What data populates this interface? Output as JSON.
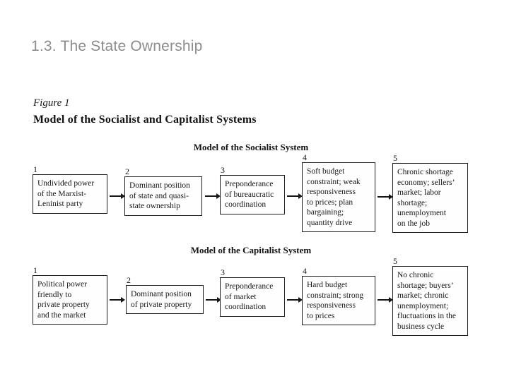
{
  "slide": {
    "title": "1.3. The State Ownership"
  },
  "figure": {
    "label": "Figure 1",
    "title": "Model of the Socialist and Capitalist Systems",
    "socialist": {
      "heading": "Model of the Socialist System",
      "boxes": [
        {
          "num": "1",
          "text": "Undivided power\nof the Marxist-\nLeninist party"
        },
        {
          "num": "2",
          "text": "Dominant position\nof state and quasi-\nstate ownership"
        },
        {
          "num": "3",
          "text": "Preponderance\nof bureaucratic\ncoordination"
        },
        {
          "num": "4",
          "text": "Soft budget\nconstraint; weak\nresponsiveness\nto prices; plan\nbargaining;\nquantity drive"
        },
        {
          "num": "5",
          "text": "Chronic shortage\neconomy; sellers’\nmarket; labor\nshortage;\nunemployment\non the job"
        }
      ]
    },
    "capitalist": {
      "heading": "Model of the Capitalist System",
      "boxes": [
        {
          "num": "1",
          "text": "Political power\nfriendly to\nprivate property\nand the market"
        },
        {
          "num": "2",
          "text": "Dominant position\nof private property"
        },
        {
          "num": "3",
          "text": "Preponderance\nof market\ncoordination"
        },
        {
          "num": "4",
          "text": "Hard budget\nconstraint; strong\nresponsiveness\nto prices"
        },
        {
          "num": "5",
          "text": "No chronic\nshortage; buyers’\nmarket; chronic\nunemployment;\nfluctuations in the\nbusiness cycle"
        }
      ]
    }
  }
}
